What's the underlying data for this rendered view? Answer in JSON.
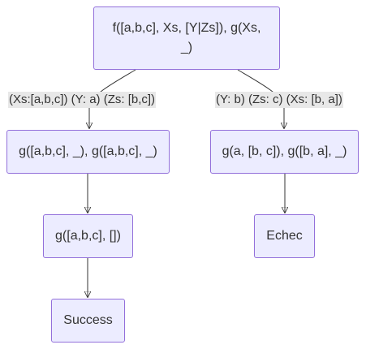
{
  "diagram": {
    "nodes": {
      "root": "f([a,b,c], Xs, [Y|Zs]), g(Xs, _)",
      "left1": "g([a,b,c], _), g([a,b,c], _)",
      "right1": "g(a, [b, c]), g([b, a], _)",
      "left2": "g([a,b,c], [])",
      "right2": "Echec",
      "left3": "Success"
    },
    "edge_labels": {
      "left": "(Xs:[a,b,c]) (Y: a) (Zs: [b,c])",
      "right": "(Y: b) (Zs: c) (Xs: [b, a])"
    }
  }
}
